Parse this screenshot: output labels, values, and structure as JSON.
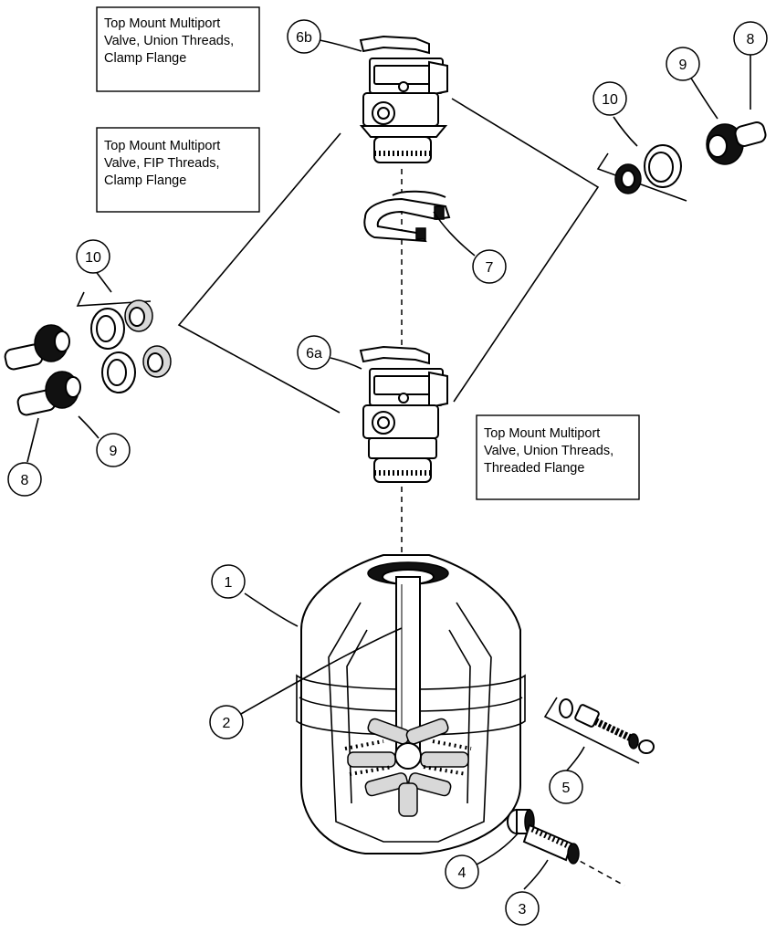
{
  "boxes": [
    {
      "id": "box-top-union-clamp",
      "lines": [
        "Top Mount Multiport",
        "Valve, Union Threads,",
        "Clamp Flange"
      ]
    },
    {
      "id": "box-top-fip-clamp",
      "lines": [
        "Top Mount Multiport",
        "Valve, FIP Threads,",
        "Clamp Flange"
      ]
    },
    {
      "id": "box-top-union-threaded",
      "lines": [
        "Top Mount Multiport",
        "Valve, Union Threads,",
        "Threaded Flange"
      ]
    }
  ],
  "callouts": {
    "c1": "1",
    "c2": "2",
    "c3": "3",
    "c4": "4",
    "c5": "5",
    "c6a": "6a",
    "c6b": "6b",
    "c7": "7",
    "c8_right": "8",
    "c9_right": "9",
    "c10_right": "10",
    "c8_left": "8",
    "c9_left": "9",
    "c10_left": "10"
  },
  "icons": [
    "multiport-valve",
    "clamp",
    "tank",
    "standpipe",
    "laterals",
    "drain-plug",
    "union-fitting",
    "hose-adapter"
  ]
}
